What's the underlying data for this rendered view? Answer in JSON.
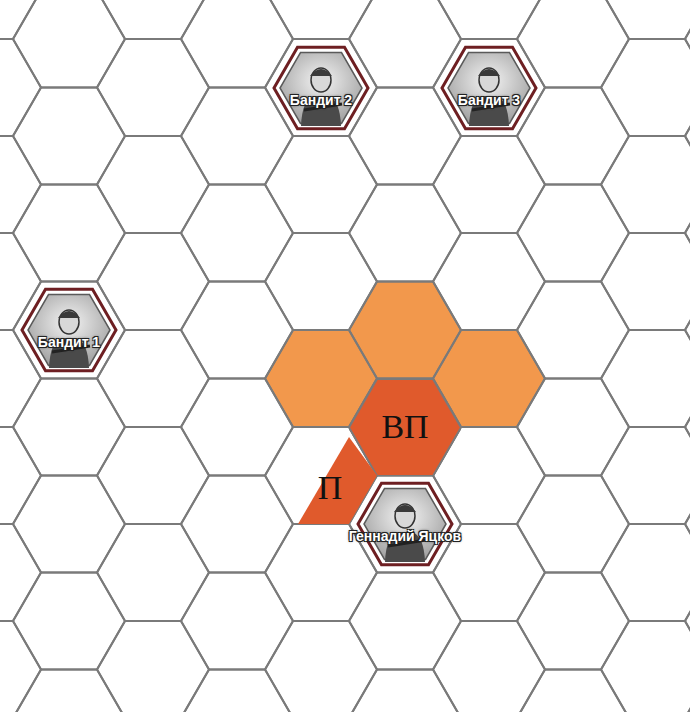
{
  "diagram": {
    "nodes": [
      {
        "text": [
          "Бандит 2"
        ]
      },
      {
        "text": [
          "Бандит 3"
        ]
      },
      {
        "text": [
          "Бандит 1"
        ]
      },
      {
        "text": [
          "ВП"
        ]
      },
      {
        "text": [
          "П"
        ]
      },
      {
        "text": [
          "Геннадий Яцков"
        ]
      }
    ]
  }
}
